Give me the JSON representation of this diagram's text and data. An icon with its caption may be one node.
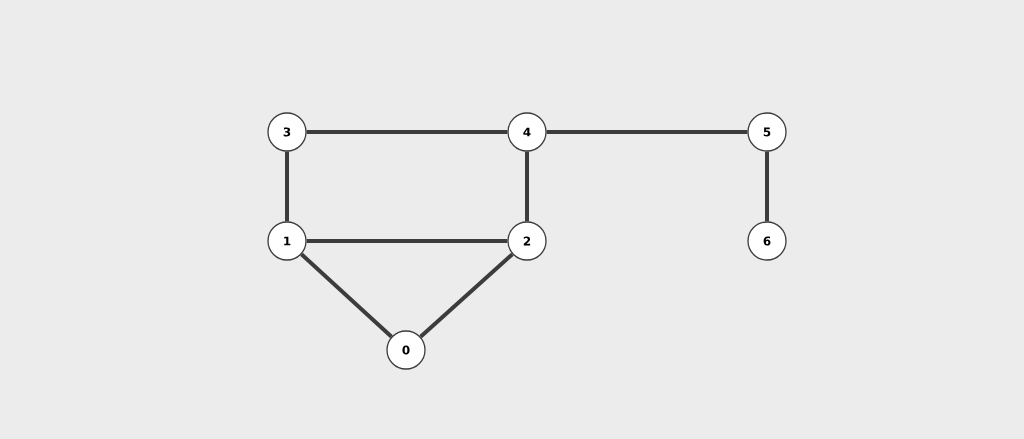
{
  "diagram": {
    "nodes": [
      {
        "text": [
          "3"
        ]
      },
      {
        "text": [
          "4"
        ]
      },
      {
        "text": [
          "5"
        ]
      },
      {
        "text": [
          "1"
        ]
      },
      {
        "text": [
          "2"
        ]
      },
      {
        "text": [
          "6"
        ]
      },
      {
        "text": [
          "0"
        ]
      }
    ],
    "edges": [
      {
        "from": 0,
        "to": 1,
        "arrow": "none"
      },
      {
        "from": 1,
        "to": 2,
        "arrow": "none"
      },
      {
        "from": 0,
        "to": 3,
        "arrow": "none"
      },
      {
        "from": 1,
        "to": 4,
        "arrow": "none"
      },
      {
        "from": 2,
        "to": 5,
        "arrow": "none"
      },
      {
        "from": 3,
        "to": 4,
        "arrow": "none"
      },
      {
        "from": 3,
        "to": 6,
        "arrow": "none"
      },
      {
        "from": 4,
        "to": 6,
        "arrow": "none"
      }
    ]
  }
}
